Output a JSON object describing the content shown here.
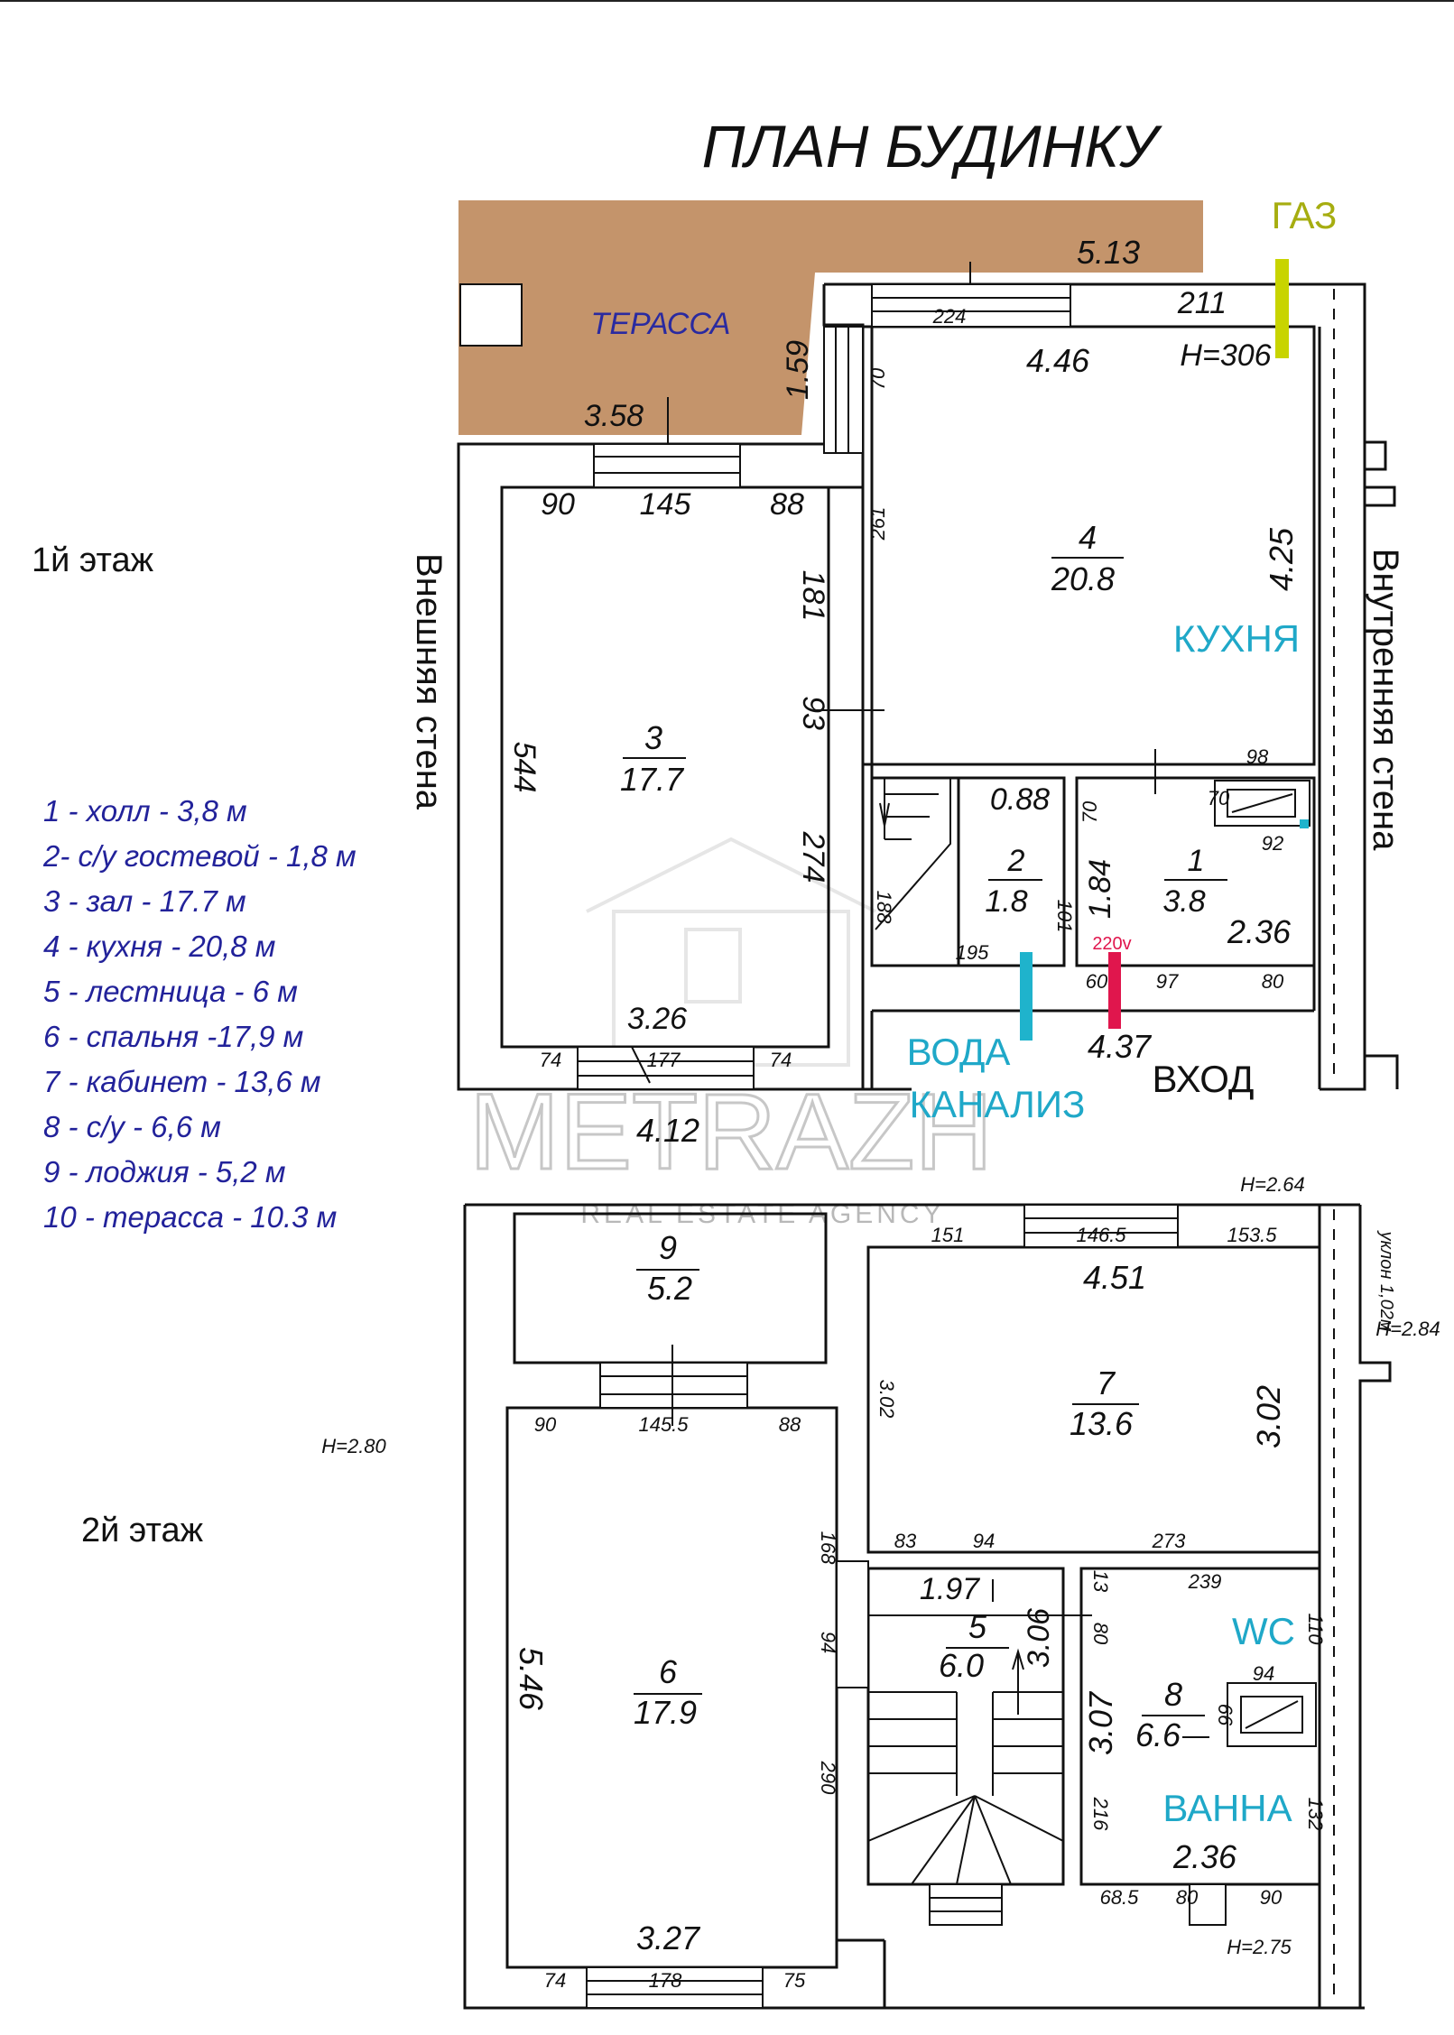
{
  "title": "ПЛАН БУДИНКУ",
  "floors": {
    "first": "1й этаж",
    "second": "2й этаж"
  },
  "legend": [
    "1 - холл - 3,8 м",
    "2- с/у гостевой - 1,8 м",
    "3 - зал - 17.7 м",
    "4 - кухня  - 20,8 м",
    "5 - лестница - 6 м",
    "6 - спальня -17,9 м",
    "7 - кабинет - 13,6 м",
    "8 - с/у - 6,6 м",
    "9 - лоджия - 5,2 м",
    "10 - терасса - 10.3 м"
  ],
  "walls": {
    "outer": "Внешняя стена",
    "inner": "Внутренняя стена"
  },
  "utilities": {
    "gas": "ГАЗ",
    "water": "ВОДА",
    "sewer": "КАНАЛИЗ",
    "entrance": "ВХОД",
    "power": "220v"
  },
  "colors": {
    "terrace": "#c4946b",
    "gas": "#c8d400",
    "water": "#1fb3cc",
    "power": "#e0164d",
    "room_label": "#1fa8c8",
    "legend": "#22229a",
    "wall": "#111111"
  },
  "watermark": {
    "name": "METRAZH",
    "tagline": "REAL ESTATE AGENCY"
  },
  "first_floor": {
    "terrace": {
      "label": "ТЕРАССА",
      "dims": [
        "5.13",
        "3.58",
        "1.59"
      ]
    },
    "rooms": [
      {
        "id": "room-1",
        "number": "1",
        "area": "3.8"
      },
      {
        "id": "room-2",
        "number": "2",
        "area": "1.8"
      },
      {
        "id": "room-3",
        "number": "3",
        "area": "17.7"
      },
      {
        "id": "room-4",
        "number": "4",
        "area": "20.8",
        "label": "КУХНЯ"
      }
    ],
    "dimensions": {
      "kitchen_top_window": "224",
      "kitchen_top": "211",
      "kitchen_width": "4.46",
      "kitchen_height": "H=306",
      "kitchen_side": "4.25",
      "kitchen_left_small": "70",
      "kitchen_left": "261",
      "hall_top_98": "98",
      "hall_70": "70",
      "hall_92": "92",
      "wc_width": "0.88",
      "wc_70": "70",
      "hall_184": "1.84",
      "hall_101": "101",
      "hall_236": "2.36",
      "stair_188": "188",
      "stair_195": "195",
      "bottom_60": "60",
      "bottom_97": "97",
      "bottom_80": "80",
      "entrance_width": "4.37",
      "zal_90": "90",
      "zal_145": "145",
      "zal_88": "88",
      "zal_181": "181",
      "zal_93": "93",
      "zal_274": "274",
      "zal_544": "544",
      "zal_326": "3.26",
      "zal_74a": "74",
      "zal_177": "177",
      "zal_74b": "74",
      "house_width": "4.12"
    }
  },
  "second_floor": {
    "rooms": [
      {
        "id": "room-5",
        "number": "5",
        "area": "6.0"
      },
      {
        "id": "room-6",
        "number": "6",
        "area": "17.9"
      },
      {
        "id": "room-7",
        "number": "7",
        "area": "13.6"
      },
      {
        "id": "room-8",
        "number": "8",
        "area": "6.6",
        "label_wc": "WC",
        "label_bath": "ВАННА"
      },
      {
        "id": "room-9",
        "number": "9",
        "area": "5.2"
      }
    ],
    "dimensions": {
      "h_264": "H=2.64",
      "h_284": "H=2.84",
      "slope": "уклон\n1,02м",
      "h_280": "H=2.80",
      "h_275": "H=2.75",
      "k_151": "151",
      "k_1465": "146.5",
      "k_1535": "153.5",
      "k_451": "4.51",
      "k_302a": "3.02",
      "k_302b": "3.02",
      "k_83": "83",
      "k_94": "94",
      "k_273": "273",
      "s_90": "90",
      "s_1455": "145.5",
      "s_88": "88",
      "s_546": "5.46",
      "s_168": "168",
      "s_94": "94",
      "s_290": "290",
      "s_327": "3.27",
      "s_74": "74",
      "s_178": "178",
      "s_75": "75",
      "st_197": "1.97",
      "st_306": "3.06",
      "b_13": "13",
      "b_239": "239",
      "b_80": "80",
      "b_110": "110",
      "b_94": "94",
      "b_66": "66",
      "b_307": "3.07",
      "b_216": "216",
      "b_132": "132",
      "b_236": "2.36",
      "b_685": "68.5",
      "b_80b": "80",
      "b_90": "90"
    }
  }
}
